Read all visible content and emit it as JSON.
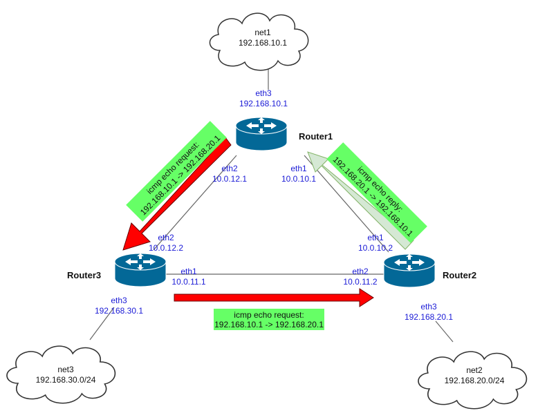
{
  "clouds": {
    "net1": {
      "name": "net1",
      "subnet": "192.168.10.1"
    },
    "net2": {
      "name": "net2",
      "subnet": "192.168.20.0/24"
    },
    "net3": {
      "name": "net3",
      "subnet": "192.168.30.0/24"
    }
  },
  "routers": {
    "router1": {
      "name": "Router1",
      "eth3": {
        "name": "eth3",
        "ip": "192.168.10.1"
      },
      "eth2": {
        "name": "eth2",
        "ip": "10.0.12.1"
      },
      "eth1": {
        "name": "eth1",
        "ip": "10.0.10.1"
      }
    },
    "router2": {
      "name": "Router2",
      "eth1": {
        "name": "eth1",
        "ip": "10.0.10.2"
      },
      "eth2": {
        "name": "eth2",
        "ip": "10.0.11.2"
      },
      "eth3": {
        "name": "eth3",
        "ip": "192.168.20.1"
      }
    },
    "router3": {
      "name": "Router3",
      "eth2": {
        "name": "eth2",
        "ip": "10.0.12.2"
      },
      "eth1": {
        "name": "eth1",
        "ip": "10.0.11.1"
      },
      "eth3": {
        "name": "eth3",
        "ip": "192.168.30.1"
      }
    }
  },
  "flows": {
    "request_left": {
      "line1": "icmp echo request:",
      "line2": "192.168.10.1 -> 192.168.20.1"
    },
    "request_bottom": {
      "line1": "icmp echo request:",
      "line2": "192.168.10.1 -> 192.168.20.1"
    },
    "reply_right": {
      "line1": "icmp echo reply:",
      "line2": "192.168.20.1 -> 192.168.10.1"
    }
  },
  "colors": {
    "label_green": "#66ff66",
    "request_arrow": "#ff0000",
    "reply_arrow": "#d5e8d4",
    "router_body": "#036897",
    "interface_text": "#1a1ad6"
  }
}
